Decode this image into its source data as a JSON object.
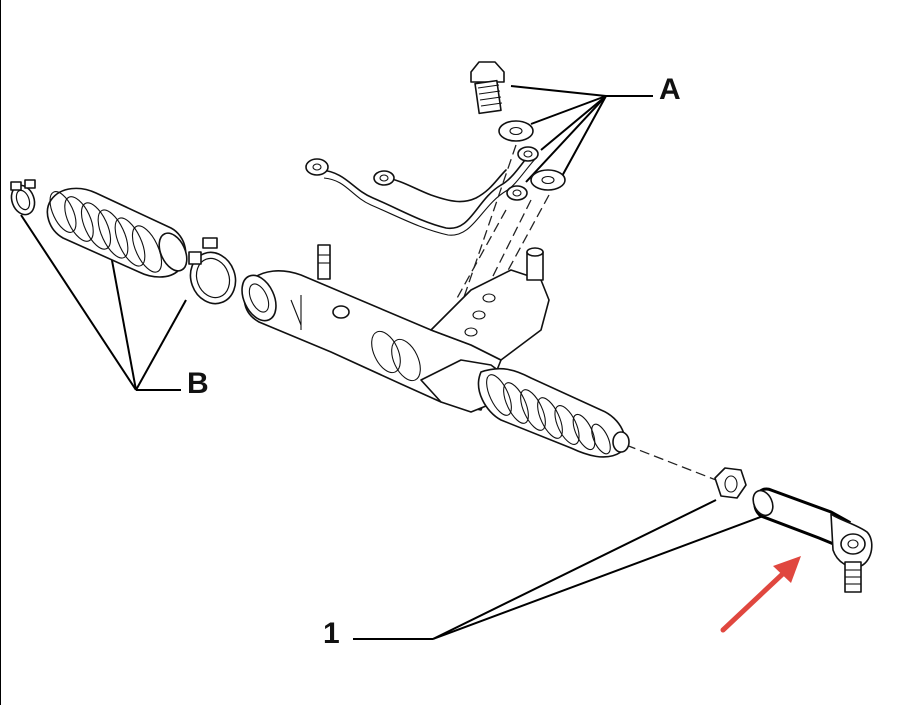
{
  "labels": {
    "A": "A",
    "B": "B",
    "one": "1"
  },
  "colors": {
    "line": "#000000",
    "arrow": "#e0473f",
    "background": "#ffffff"
  },
  "highlight": {
    "icon": "arrow-icon",
    "target": "tie-rod-end"
  }
}
